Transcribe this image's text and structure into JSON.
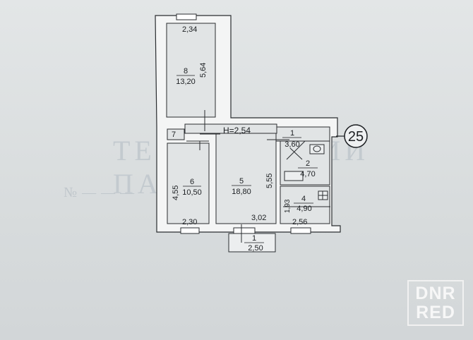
{
  "plan": {
    "apartment_number": "25",
    "corridor_height": "H=2,54",
    "rooms": [
      {
        "id": "8",
        "area": "13,20",
        "width": "2,34",
        "length": "5,64"
      },
      {
        "id": "7"
      },
      {
        "id": "6",
        "area": "10,50",
        "width": "2,30",
        "length": "4,55"
      },
      {
        "id": "5",
        "area": "18,80",
        "width": "3,02",
        "length": "5,55"
      },
      {
        "id": "1",
        "area": "3,60"
      },
      {
        "id": "2",
        "area": "4,70"
      },
      {
        "id": "4",
        "area": "4,90",
        "width": "2,56",
        "length": "1,93"
      }
    ],
    "balcony": {
      "id": "1",
      "width": "2,50"
    }
  },
  "watermark": {
    "line1": "DNR",
    "line2": "RED"
  },
  "colors": {
    "paper": "#dcdfe0",
    "ink": "#1c1f22",
    "walls": "#f4f5f5",
    "outline": "#2a2d30"
  }
}
